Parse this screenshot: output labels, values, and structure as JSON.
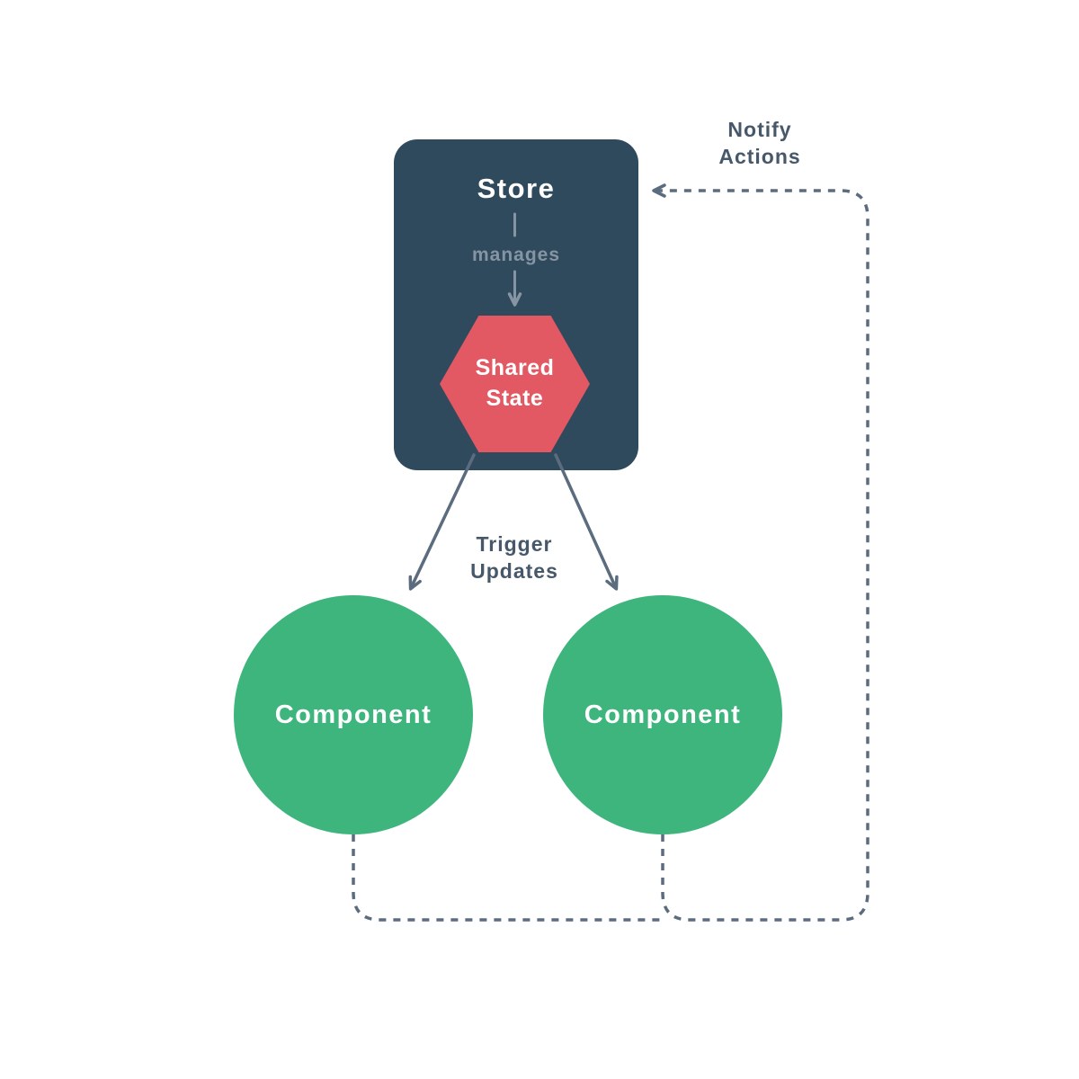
{
  "diagram": {
    "store": {
      "label": "Store",
      "relation_label": "manages"
    },
    "shared_state": {
      "line1": "Shared",
      "line2": "State"
    },
    "components": [
      {
        "label": "Component"
      },
      {
        "label": "Component"
      }
    ],
    "labels": {
      "trigger_line1": "Trigger",
      "trigger_line2": "Updates",
      "notify_line1": "Notify",
      "notify_line2": "Actions"
    },
    "colors": {
      "store_background": "#304a5d",
      "shared_state_background": "#e25863",
      "component_background": "#3eb57d",
      "connector": "#5a6c7e",
      "muted_text": "#8695a4",
      "annotation_text": "#47586a"
    }
  }
}
